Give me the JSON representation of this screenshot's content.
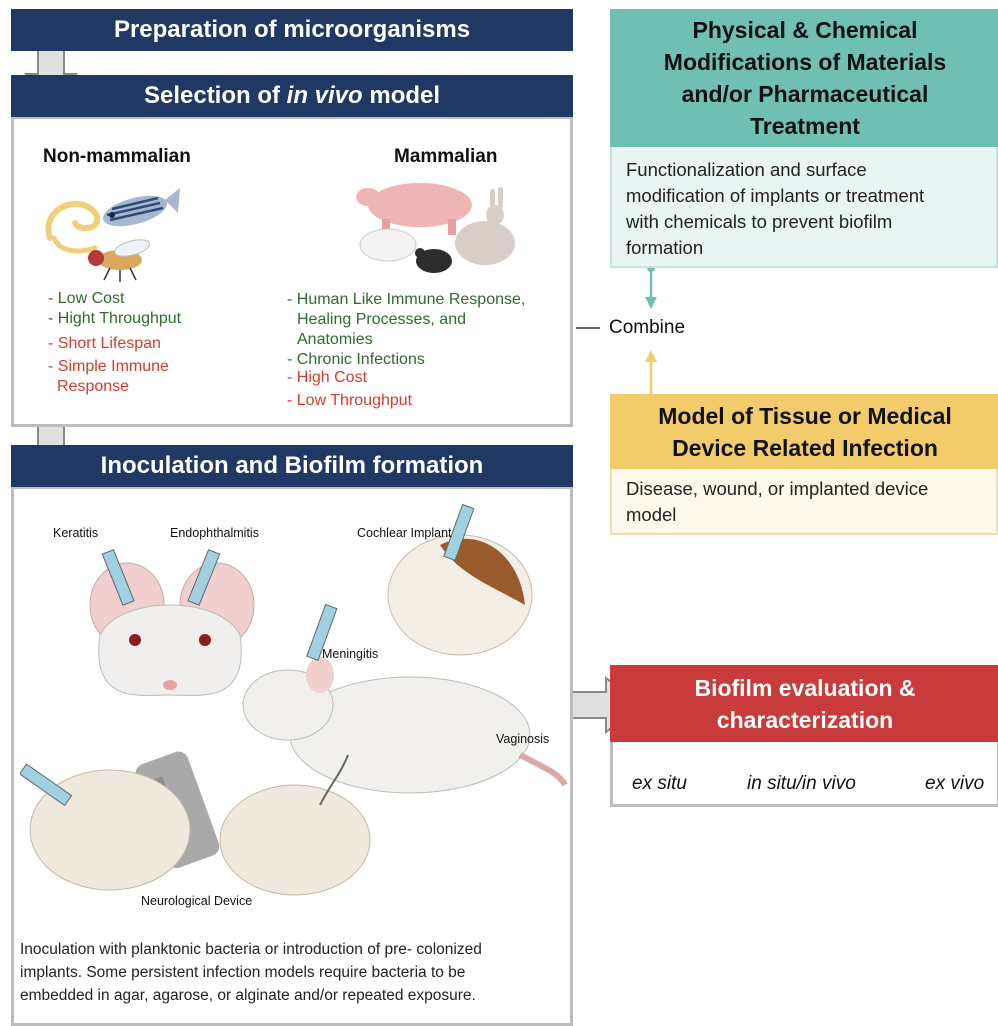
{
  "left": {
    "prep_title": "Preparation of microorganisms",
    "selection": {
      "prefix": "Selection of ",
      "italic": "in vivo",
      "suffix": " model"
    },
    "non_mammalian": {
      "title": "Non-mammalian",
      "pros": [
        "- Low Cost",
        "- Hight Throughput"
      ],
      "cons": [
        "- Short Lifespan",
        "- Simple Immune",
        "Response"
      ]
    },
    "mammalian": {
      "title": "Mammalian",
      "pros": [
        "- Human Like Immune Response,",
        "Healing Processes, and",
        "Anatomies",
        "- Chronic Infections"
      ],
      "cons": [
        "- High Cost",
        "- Low Throughput"
      ]
    },
    "inoculation_title": "Inoculation and Biofilm formation",
    "labels": {
      "keratitis": "Keratitis",
      "endophthalmitis": "Endophthalmitis",
      "cochlear": "Cochlear Implant",
      "meningitis": "Meningitis",
      "vaginosis": "Vaginosis",
      "neuro": "Neurological Device"
    },
    "inoculation_text": [
      "Inoculation with planktonic bacteria or  introduction of pre- colonized",
      "implants. Some persistent infection models require bacteria to be",
      "embedded in agar, agarose, or alginate and/or repeated exposure."
    ]
  },
  "right": {
    "physchem_title": [
      "Physical & Chemical",
      "Modifications of Materials",
      "and/or Pharmaceutical",
      "Treatment"
    ],
    "physchem_text": [
      "Functionalization and surface",
      "modification of implants or treatment",
      "with chemicals to prevent biofilm",
      "formation"
    ],
    "combine": "Combine",
    "tissue_title": [
      "Model of Tissue or Medical",
      "Device Related Infection"
    ],
    "tissue_text": [
      "Disease, wound, or implanted device",
      "model"
    ],
    "eval_title": [
      "Biofilm evaluation &",
      "characterization"
    ],
    "eval_methods": [
      "ex situ",
      "in situ/in vivo",
      "ex vivo"
    ]
  },
  "colors": {
    "navy": "#1f3864",
    "teal": "#6fbfb2",
    "teal_light": "#e8f5f3",
    "yellow": "#f2cc6b",
    "yellow_light": "#fdf9ec",
    "red_box": "#c93a3a",
    "pro_green": "#2e6b2e",
    "con_red": "#d93a2b"
  }
}
